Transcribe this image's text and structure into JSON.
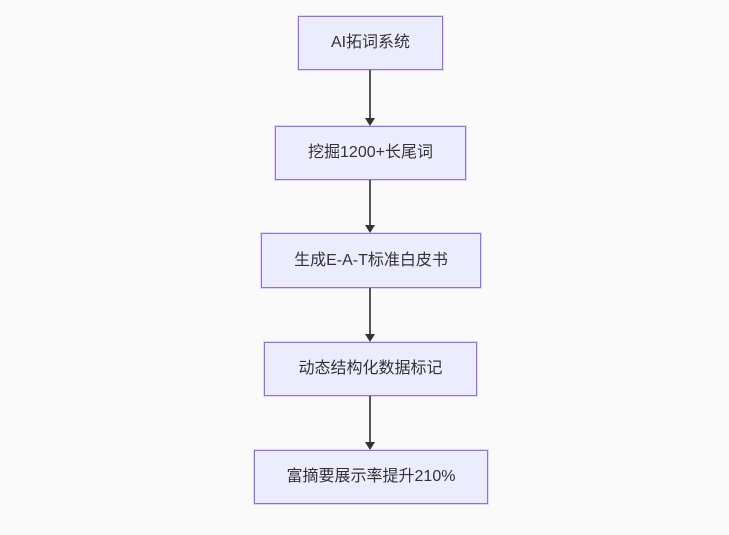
{
  "page": {
    "background_color": "#fafafa"
  },
  "flowchart": {
    "type": "flowchart",
    "direction": "top-down",
    "node_fill_color": "#ECECFF",
    "node_border_color": "#9370DB",
    "arrow_color": "#333333",
    "text_color": "#333333",
    "nodes": [
      {
        "id": "A",
        "label": "AI拓词系统"
      },
      {
        "id": "B",
        "label": "挖掘1200+长尾词"
      },
      {
        "id": "C",
        "label": "生成E-A-T标准白皮书"
      },
      {
        "id": "D",
        "label": "动态结构化数据标记"
      },
      {
        "id": "E",
        "label": "富摘要展示率提升210%"
      }
    ],
    "edges": [
      {
        "from": "A",
        "to": "B"
      },
      {
        "from": "B",
        "to": "C"
      },
      {
        "from": "C",
        "to": "D"
      },
      {
        "from": "D",
        "to": "E"
      }
    ]
  }
}
